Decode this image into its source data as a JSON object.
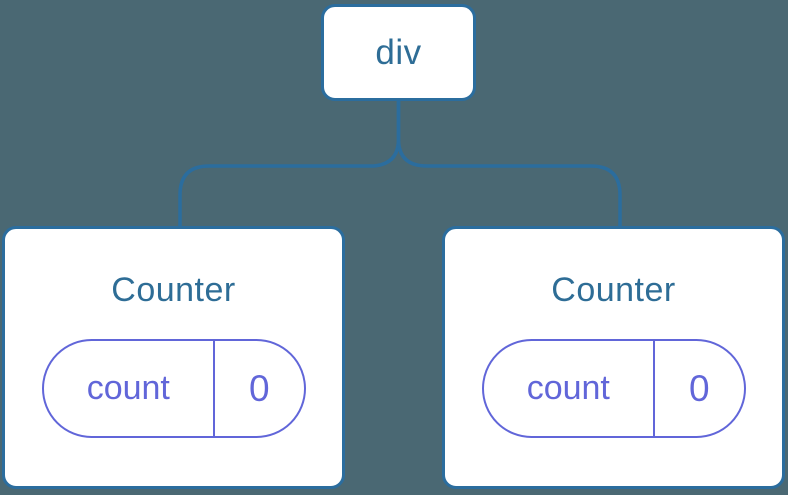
{
  "diagram": {
    "description": "React component tree diagram",
    "colors": {
      "background": "#4a6873",
      "node_border": "#2b6d9e",
      "node_text": "#2e6d96",
      "state_accent": "#6166d9",
      "card_bg": "#ffffff"
    },
    "root": {
      "label": "div"
    },
    "children": [
      {
        "title": "Counter",
        "state": {
          "key": "count",
          "value": "0"
        }
      },
      {
        "title": "Counter",
        "state": {
          "key": "count",
          "value": "0"
        }
      }
    ]
  }
}
